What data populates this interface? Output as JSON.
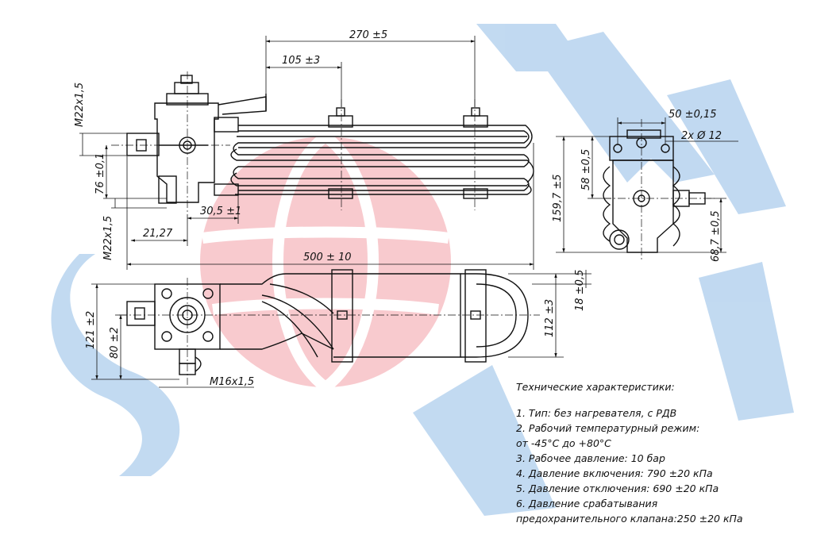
{
  "watermark": {
    "text": "SPR",
    "blue": "#b7d3ef",
    "red": "#f6b8bd"
  },
  "dimensions": {
    "d270": "270 ±5",
    "d105": "105 ±3",
    "d50": "50 ±0,15",
    "d2x12": "2x Ø 12",
    "m22_top": "M22x1,5",
    "d76": "76 ±0,1",
    "m22_bottom": "M22x1,5",
    "d30_5": "30,5 ±1",
    "d21_27": "21,27",
    "d500": "500 ± 10",
    "d58": "58 ±0,5",
    "d159_7": "159,7 ±5",
    "d68_7": "68,7 ±0,5",
    "d18": "18 ±0,5",
    "d112": "112 ±3",
    "d121": "121 ±2",
    "d80": "80 ±2",
    "m16": "M16x1,5"
  },
  "specs": {
    "title": "Технические характеристики:",
    "lines": [
      "1. Тип: без нагревателя, с РДВ",
      "2. Рабочий температурный режим:",
      "от -45°С до +80°С",
      "3. Рабочее давление: 10 бар",
      "4. Давление включения: 790 ±20 кПа",
      "5. Давление отключения: 690 ±20 кПа",
      "6. Давление срабатывания",
      "предохранительного клапана:250 ±20 кПа"
    ]
  }
}
